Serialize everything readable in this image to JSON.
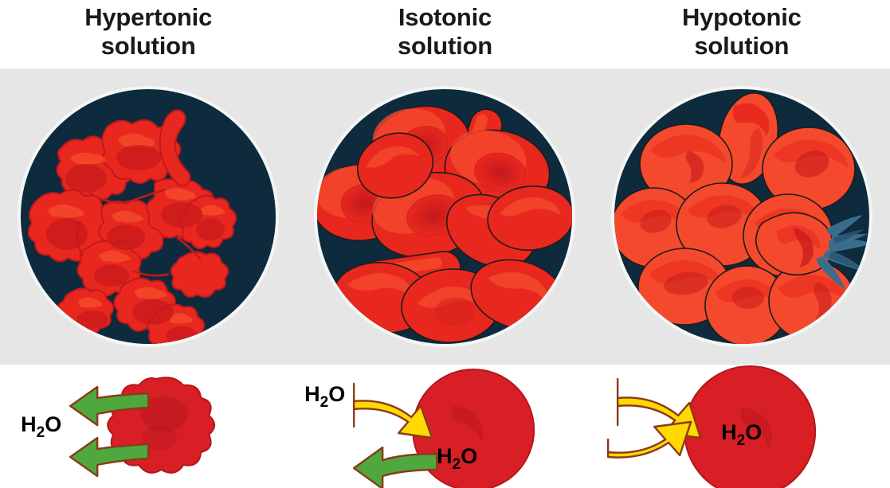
{
  "figure": {
    "title_row": [
      {
        "line1": "Hypertonic",
        "line2": "solution"
      },
      {
        "line1": "Isotonic",
        "line2": "solution"
      },
      {
        "line1": "Hypotonic",
        "line2": "solution"
      }
    ],
    "panels": [
      {
        "id": "hypertonic",
        "title_line1": "Hypertonic",
        "title_line2": "solution",
        "micrograph_caption": "crenated shriveled red blood cells on dark field",
        "cell_state": "crenated",
        "water_direction": "out",
        "arrow_color_name": "green",
        "arrow_count": 2,
        "labels_outside": [
          "H",
          "2",
          "O"
        ],
        "label_outside_text": "H2O",
        "label_inside_text": ""
      },
      {
        "id": "isotonic",
        "title_line1": "Isotonic",
        "title_line2": "solution",
        "micrograph_caption": "normal biconcave red blood cells on dark field",
        "cell_state": "normal",
        "water_direction": "equal",
        "arrow_color_name": "yellow-and-green",
        "arrow_count": 2,
        "label_outside_text": "H2O",
        "label_inside_text": "H2O"
      },
      {
        "id": "hypotonic",
        "title_line1": "Hypotonic",
        "title_line2": "solution",
        "micrograph_caption": "swollen red blood cells, one lysing with blue burst",
        "cell_state": "swollen-lysing",
        "water_direction": "in",
        "arrow_color_name": "yellow",
        "arrow_count": 2,
        "label_outside_text": "",
        "label_inside_text": "H2O"
      }
    ],
    "water_label": {
      "main": "H",
      "subscript": "2",
      "tail": "O"
    },
    "colors": {
      "background": "#ffffff",
      "band_background": "#e6e6e6",
      "scope_field": "#0d2troppo",
      "scope_field_hex": "#0e2b3d",
      "scope_ring": "#f4f6f6",
      "cell_red": "#e8281e",
      "cell_red_light": "#f4492c",
      "cell_red_dark": "#c4181c",
      "cell_outline": "#1c1c1c",
      "bottom_cell_red": "#d81f26",
      "bottom_cell_shadow": "#b3161c",
      "arrow_green": "#4fa83d",
      "arrow_yellow": "#ffd900",
      "arrow_outline": "#8b3a1a",
      "burst_blue": "#3a6d8c",
      "burst_blue_dark": "#2c5570",
      "title_text": "#1a1a1a"
    }
  }
}
